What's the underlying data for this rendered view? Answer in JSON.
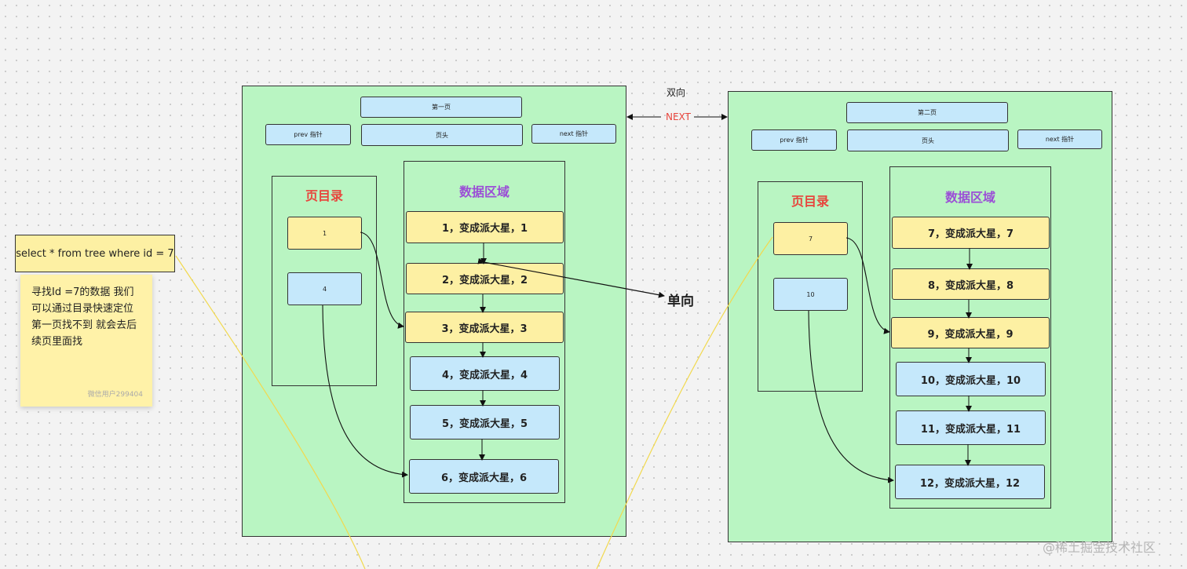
{
  "sql_box": {
    "text": "select * from tree where id = 7"
  },
  "note": {
    "text": "寻找Id =7的数据 我们可以通过目录快速定位 第一页找不到 就会去后续页里面找",
    "author": "微信用户299404"
  },
  "link_labels": {
    "bidirectional": "双向",
    "next": "NEXT",
    "unidirectional": "单向"
  },
  "watermark": "@稀土掘金技术社区",
  "page1": {
    "title": "第一页",
    "prev": "prev 指针",
    "header": "页头",
    "next": "next 指针",
    "directory_title": "页目录",
    "directory": [
      "1",
      "4"
    ],
    "data_title": "数据区域",
    "rows": [
      "1，变成派大星，1",
      "2，变成派大星，2",
      "3，变成派大星，3",
      "4，变成派大星，4",
      "5，变成派大星，5",
      "6，变成派大星，6"
    ]
  },
  "page2": {
    "title": "第二页",
    "prev": "prev 指针",
    "header": "页头",
    "next": "next 指针",
    "directory_title": "页目录",
    "directory": [
      "7",
      "10"
    ],
    "data_title": "数据区域",
    "rows": [
      "7，变成派大星，7",
      "8，变成派大星，8",
      "9，变成派大星，9",
      "10，变成派大星，10",
      "11，变成派大星，11",
      "12，变成派大星，12"
    ]
  },
  "colors": {
    "page_bg": "#b9f5c2",
    "blue_box": "#c5e8fb",
    "yellow_box": "#fdf0a3",
    "directory_title": "#e8453c",
    "data_title": "#9b4fd6",
    "next_label": "#e8453c",
    "guide_line": "#f2d94e"
  }
}
